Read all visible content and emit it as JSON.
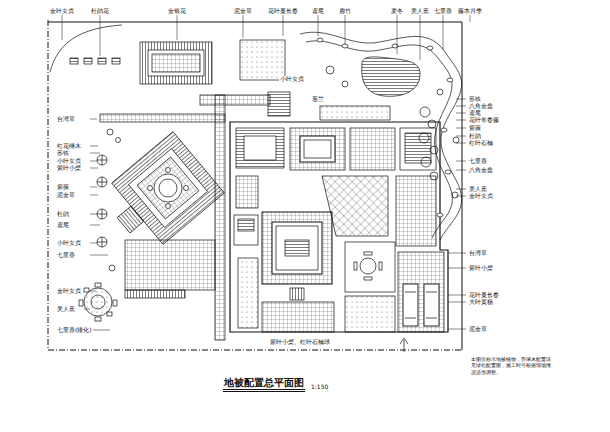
{
  "diagram": {
    "title": "地被配置总平面图",
    "labels": [
      "金叶女贞",
      "杜鹃花",
      "金银花",
      "泥金草",
      "花叶蔓长春",
      "鸢尾",
      "扁竹",
      "麦冬",
      "美人蕉",
      "七里香",
      "藤本月季",
      "小叶女贞",
      "葱兰",
      "台湾草",
      "红花继木",
      "苏铁",
      "小叶女贞",
      "紫叶小檗",
      "紫薇",
      "泥金草",
      "杜鹃",
      "鸢尾",
      "小叶女贞",
      "七里香",
      "金叶女贞",
      "美人蕉",
      "七里香(矮化)",
      "苏铁",
      "八角金盘",
      "鸢尾",
      "花叶常春藤",
      "紫薇",
      "杜鹃",
      "红叶石楠",
      "七里香",
      "八角金盘",
      "美人蕉",
      "金叶女贞",
      "台湾草",
      "紫叶小檗",
      "花叶蔓长春",
      "大叶黄杨",
      "泥金草",
      "紫叶小檗、红叶石楠球",
      "本图仅标示地被植物，乔灌木配置详见绿化配置图，施工时可根据现场情况适当调整。",
      "1:150"
    ]
  }
}
